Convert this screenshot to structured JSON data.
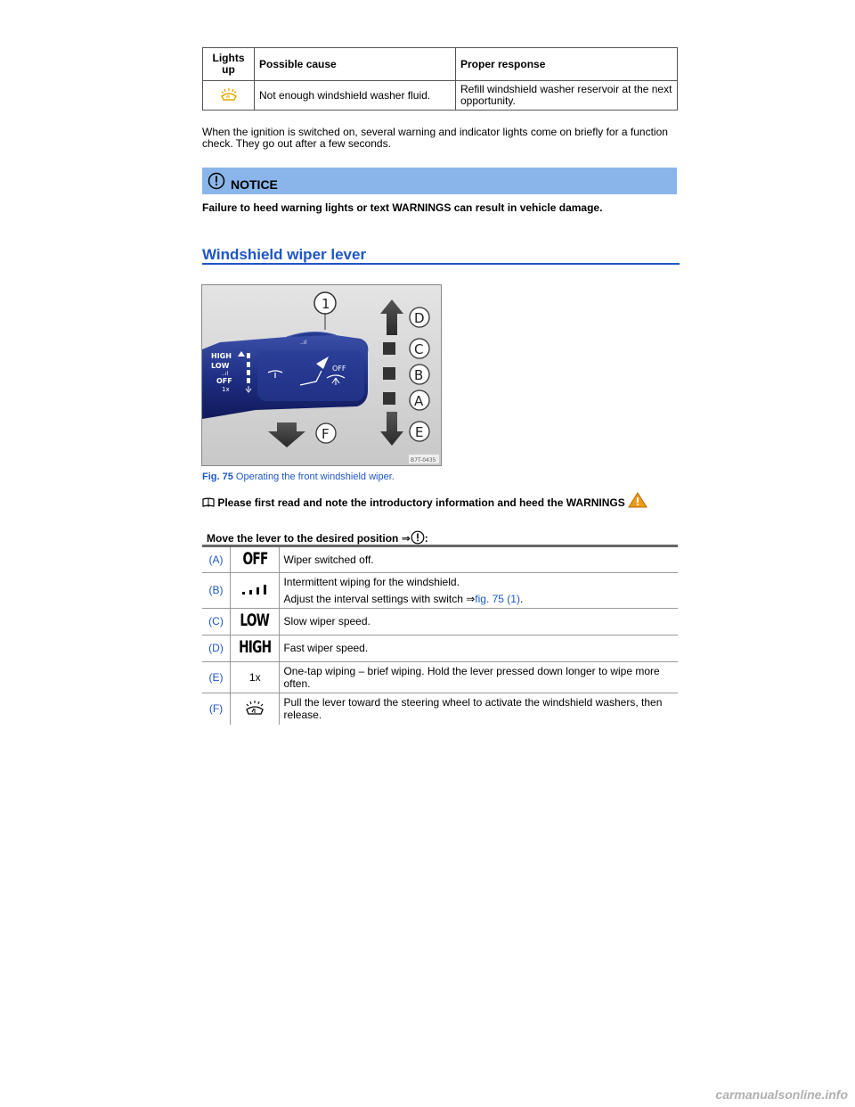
{
  "top_table": {
    "headers": [
      "Lights up",
      "Possible cause",
      "Proper response"
    ],
    "rows": [
      {
        "icon": "washer-fluid-icon",
        "cause": "Not enough windshield washer fluid.",
        "response": "Refill windshield washer reservoir at the next opportunity."
      }
    ]
  },
  "intro_paragraph": "When the ignition is switched on, several warning and indicator lights come on briefly for a function check. They go out after a few seconds.",
  "notice": {
    "label": "NOTICE",
    "text": "Failure to heed warning lights or text WARNINGS can result in vehicle damage."
  },
  "section_title": "Windshield wiper lever",
  "figure": {
    "callouts": [
      "1",
      "D",
      "C",
      "B",
      "A",
      "E",
      "F"
    ],
    "lever_labels": [
      "HIGH",
      "LOW",
      "OFF",
      "1x",
      "OFF"
    ],
    "code": "B7T-0435",
    "caption_label": "Fig. 75",
    "caption_text": "Operating the front windshield wiper."
  },
  "read_note": "Please first read and note the introductory information and heed the WARNINGS",
  "move_instruction": "Move the lever to the desired position ⇒",
  "positions": [
    {
      "key": "(A)",
      "symbol": "OFF",
      "lines": [
        "Wiper switched off."
      ]
    },
    {
      "key": "(B)",
      "symbol": "interval-icon",
      "lines": [
        "Intermittent wiping for the windshield.",
        "Adjust the interval settings with switch ⇒"
      ],
      "link": "fig. 75 (1)"
    },
    {
      "key": "(C)",
      "symbol": "LOW",
      "lines": [
        "Slow wiper speed."
      ]
    },
    {
      "key": "(D)",
      "symbol": "HIGH",
      "lines": [
        "Fast wiper speed."
      ]
    },
    {
      "key": "(E)",
      "symbol": "1x",
      "lines": [
        "One-tap wiping – brief wiping. Hold the lever pressed down longer to wipe more often."
      ]
    },
    {
      "key": "(F)",
      "symbol": "washer-icon",
      "lines": [
        "Pull the lever toward the steering wheel to activate the windshield washers, then release."
      ]
    }
  ],
  "watermark": "carmanualsonline.info",
  "colors": {
    "accent_blue": "#1e56c8",
    "notice_bar": "#8ab5ea",
    "warning_orange": "#f09a1a"
  }
}
